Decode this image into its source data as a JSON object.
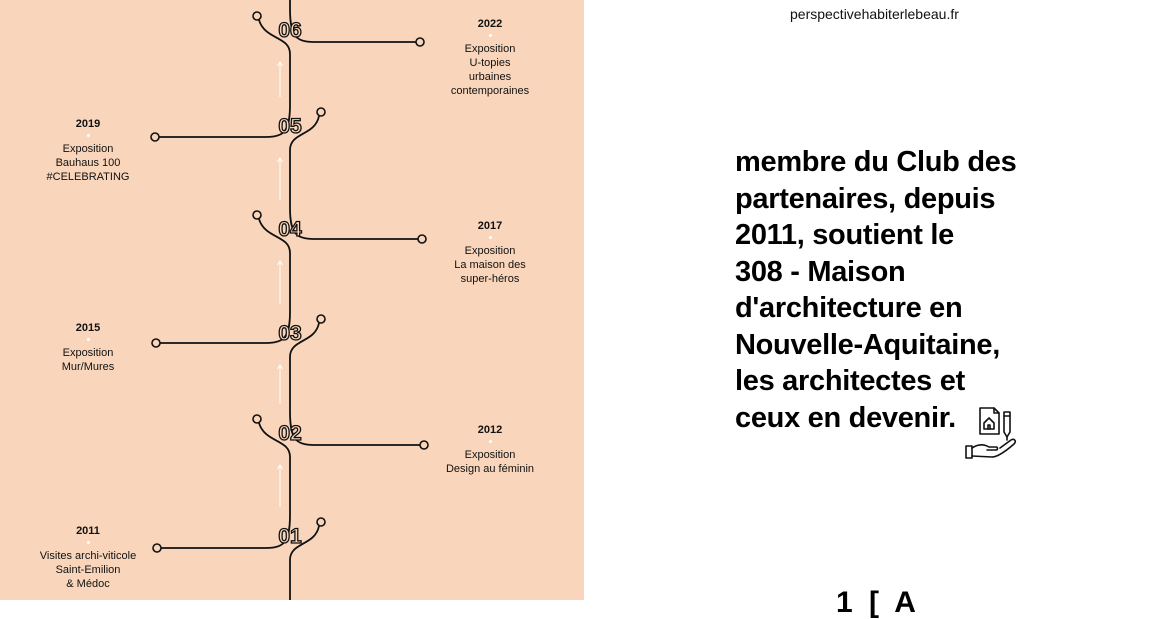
{
  "site": {
    "url": "perspectivehabiterlebeau.fr"
  },
  "colors": {
    "panel": "#f9d6bb",
    "ink": "#111111",
    "arrow": "#ffffff"
  },
  "timeline": [
    {
      "number": "06",
      "year": "2022",
      "lines": [
        "Exposition",
        "U-topies",
        "urbaines",
        "contemporaines"
      ]
    },
    {
      "number": "05",
      "year": "2019",
      "lines": [
        "Exposition",
        "Bauhaus 100",
        "#CELEBRATING"
      ]
    },
    {
      "number": "04",
      "year": "2017",
      "lines": [
        "Exposition",
        "La maison des",
        "super-héros"
      ]
    },
    {
      "number": "03",
      "year": "2015",
      "lines": [
        "Exposition",
        "Mur/Mures"
      ]
    },
    {
      "number": "02",
      "year": "2012",
      "lines": [
        "Exposition",
        "Design au féminin"
      ]
    },
    {
      "number": "01",
      "year": "2011",
      "lines": [
        "Visites archi-viticole",
        "Saint-Emilion",
        "& Médoc"
      ]
    }
  ],
  "statement": {
    "lines": [
      "membre du Club des",
      "partenaires, depuis",
      "2011, soutient le",
      "308 - Maison",
      "d'architecture en",
      "Nouvelle-Aquitaine,",
      "les architectes et",
      "ceux en devenir."
    ]
  },
  "bottom_logo": {
    "text": "1 [ A"
  },
  "icons": {
    "hand_house": "hand-holding-house-document-icon"
  }
}
